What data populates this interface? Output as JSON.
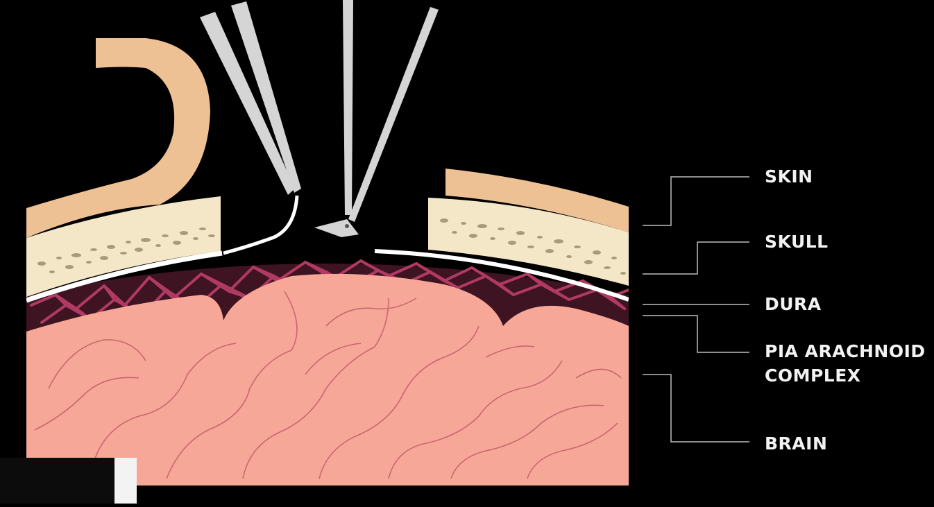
{
  "labels": {
    "skin": "SKIN",
    "skull": "SKULL",
    "dura": "DURA",
    "pia_arachnoid_line1": "PIA ARACHNOID",
    "pia_arachnoid_line2": "COMPLEX",
    "brain": "BRAIN"
  },
  "colors": {
    "background": "#000000",
    "skin": "#eec194",
    "skull": "#f4e7c7",
    "skull_speckle": "#a89a7c",
    "dura": "#ffffff",
    "pia_arachnoid": "#3e1322",
    "vessels": "#b03a62",
    "brain": "#f7a797",
    "sulci": "#c96670",
    "instruments": "#d5d5d5",
    "leader_lines": "#bdbdbd"
  }
}
